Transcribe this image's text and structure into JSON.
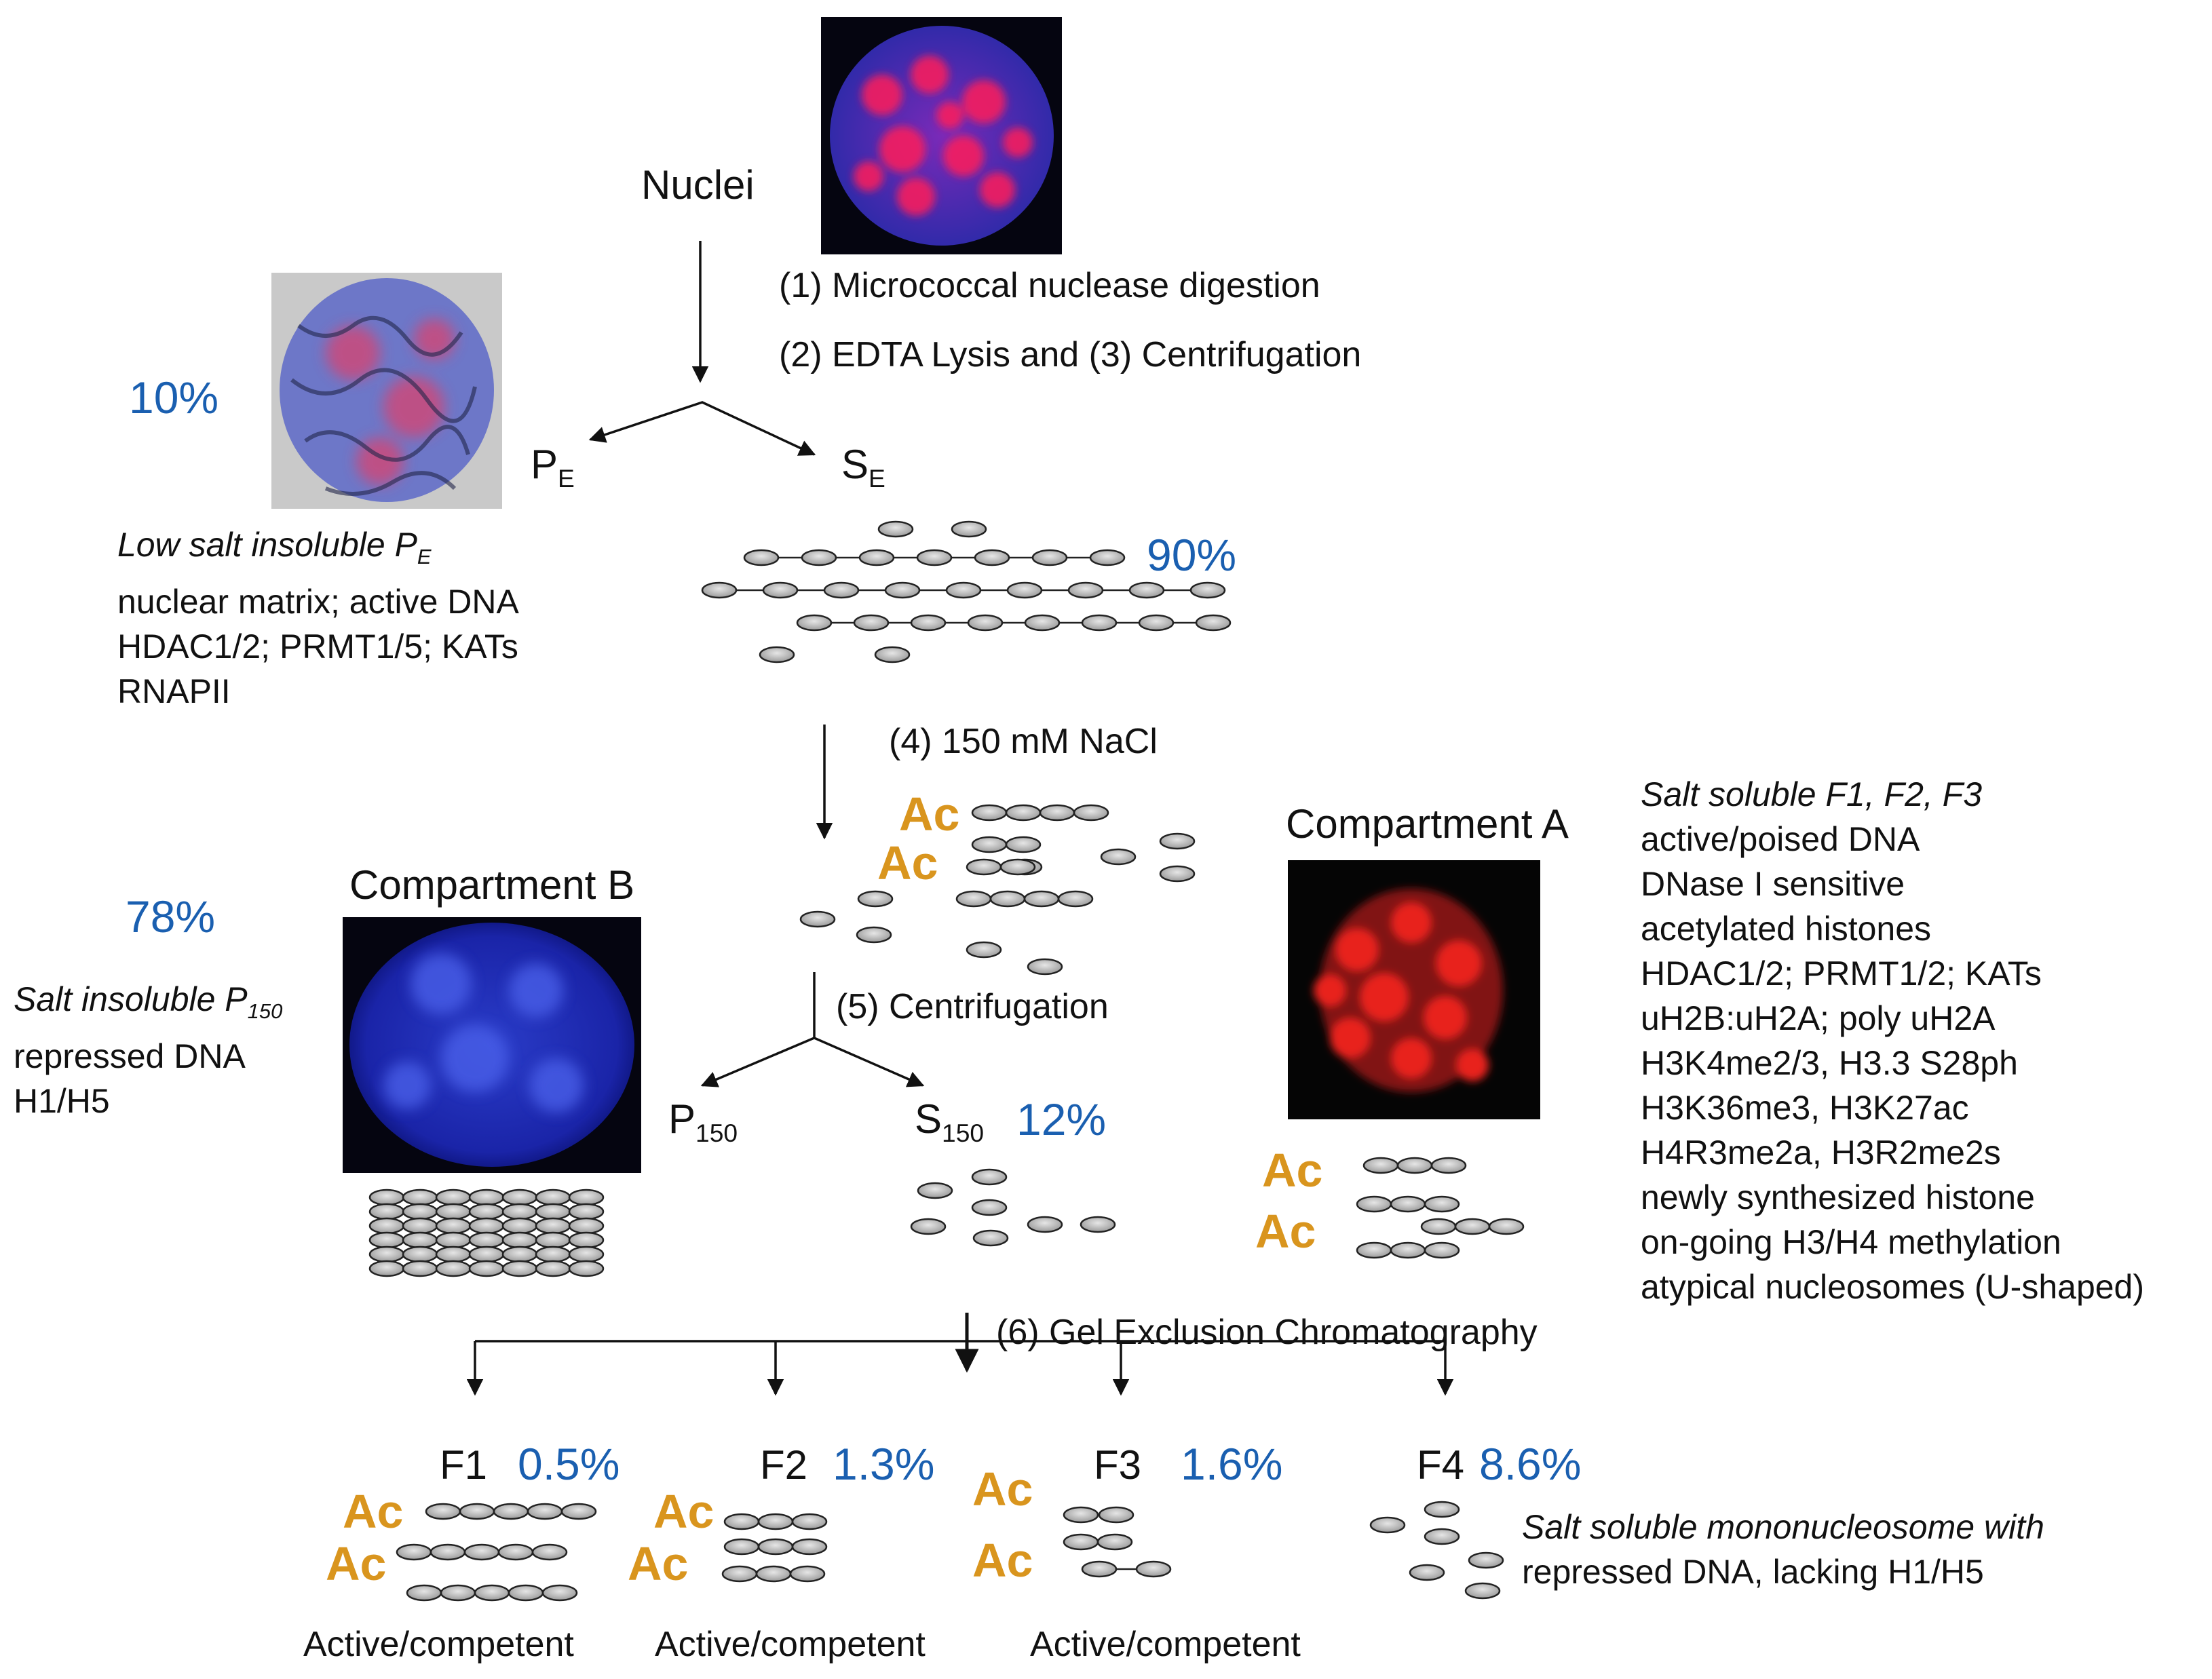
{
  "nuclei": "Nuclei",
  "steps": {
    "step1": "(1) Micrococcal nuclease digestion",
    "step2": "(2) EDTA Lysis and (3) Centrifugation",
    "step4": "(4) 150 mM NaCl",
    "step5": "(5) Centrifugation",
    "step6": "(6) Gel Exclusion Chromatography"
  },
  "fractions": {
    "pe": {
      "main": "P",
      "sub": "E",
      "percent": "10%"
    },
    "se": {
      "main": "S",
      "sub": "E",
      "percent": "90%"
    },
    "p150": {
      "main": "P",
      "sub": "150",
      "percent": "78%"
    },
    "s150": {
      "main": "S",
      "sub": "150",
      "percent": "12%"
    }
  },
  "pe_desc": {
    "title_prefix": "Low salt insoluble P",
    "title_sub": "E",
    "lines": [
      "nuclear matrix; active DNA",
      "HDAC1/2; PRMT1/5; KATs",
      "RNAPII"
    ]
  },
  "p150_desc": {
    "title_prefix": "Salt insoluble P",
    "title_sub": "150",
    "lines": [
      "repressed DNA",
      "H1/H5"
    ]
  },
  "compartment_a": {
    "label": "Compartment A",
    "title": "Salt soluble F1, F2, F3",
    "lines": [
      "active/poised DNA",
      "DNase I sensitive",
      "acetylated histones",
      "HDAC1/2; PRMT1/2; KATs",
      "uH2B:uH2A; poly uH2A",
      "H3K4me2/3, H3.3 S28ph",
      "H3K36me3, H3K27ac",
      "H4R3me2a, H3R2me2s",
      "newly synthesized histone",
      "on-going H3/H4 methylation",
      "atypical nucleosomes (U-shaped)"
    ]
  },
  "compartment_b": {
    "label": "Compartment B"
  },
  "ac": "Ac",
  "gel_fractions": [
    {
      "name": "F1",
      "percent": "0.5%",
      "note": "Active/competent"
    },
    {
      "name": "F2",
      "percent": "1.3%",
      "note": "Active/competent"
    },
    {
      "name": "F3",
      "percent": "1.6%",
      "note": "Active/competent"
    },
    {
      "name": "F4",
      "percent": "8.6%"
    }
  ],
  "f4_desc": {
    "title": "Salt soluble mononucleosome with",
    "line": "repressed DNA, lacking H1/H5"
  },
  "colors": {
    "percent": "#1a5fb0",
    "acetyl": "#d9951e",
    "nucleosome": "#a8a8a8"
  }
}
